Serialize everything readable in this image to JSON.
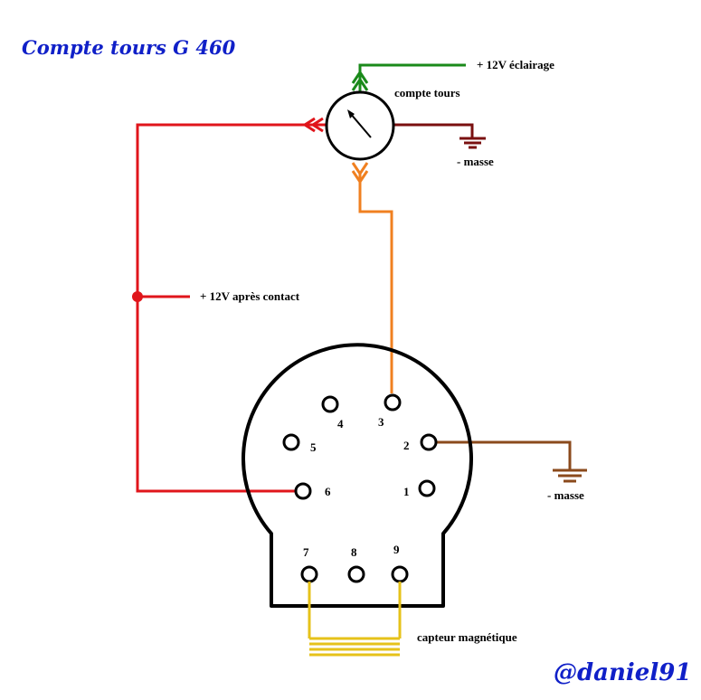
{
  "title": "Compte tours G 460",
  "signature": "@daniel91",
  "gauge": {
    "label": "compte tours"
  },
  "labels": {
    "lighting": "+ 12V éclairage",
    "ignition": "+ 12V après contact",
    "ground_top": "- masse",
    "ground_right": "- masse",
    "sensor": "capteur magnétique"
  },
  "connector": {
    "pins": [
      "1",
      "2",
      "3",
      "4",
      "5",
      "6",
      "7",
      "8",
      "9"
    ]
  },
  "colors": {
    "title": "#1020c8",
    "signature": "#1020c8",
    "lighting_wire": "#1a8a1a",
    "ignition_wire": "#e0151b",
    "signal_wire": "#f08020",
    "ground_wire_top": "#7a1010",
    "ground_wire_right": "#8b4a1c",
    "sensor_wire": "#e6c21a"
  }
}
